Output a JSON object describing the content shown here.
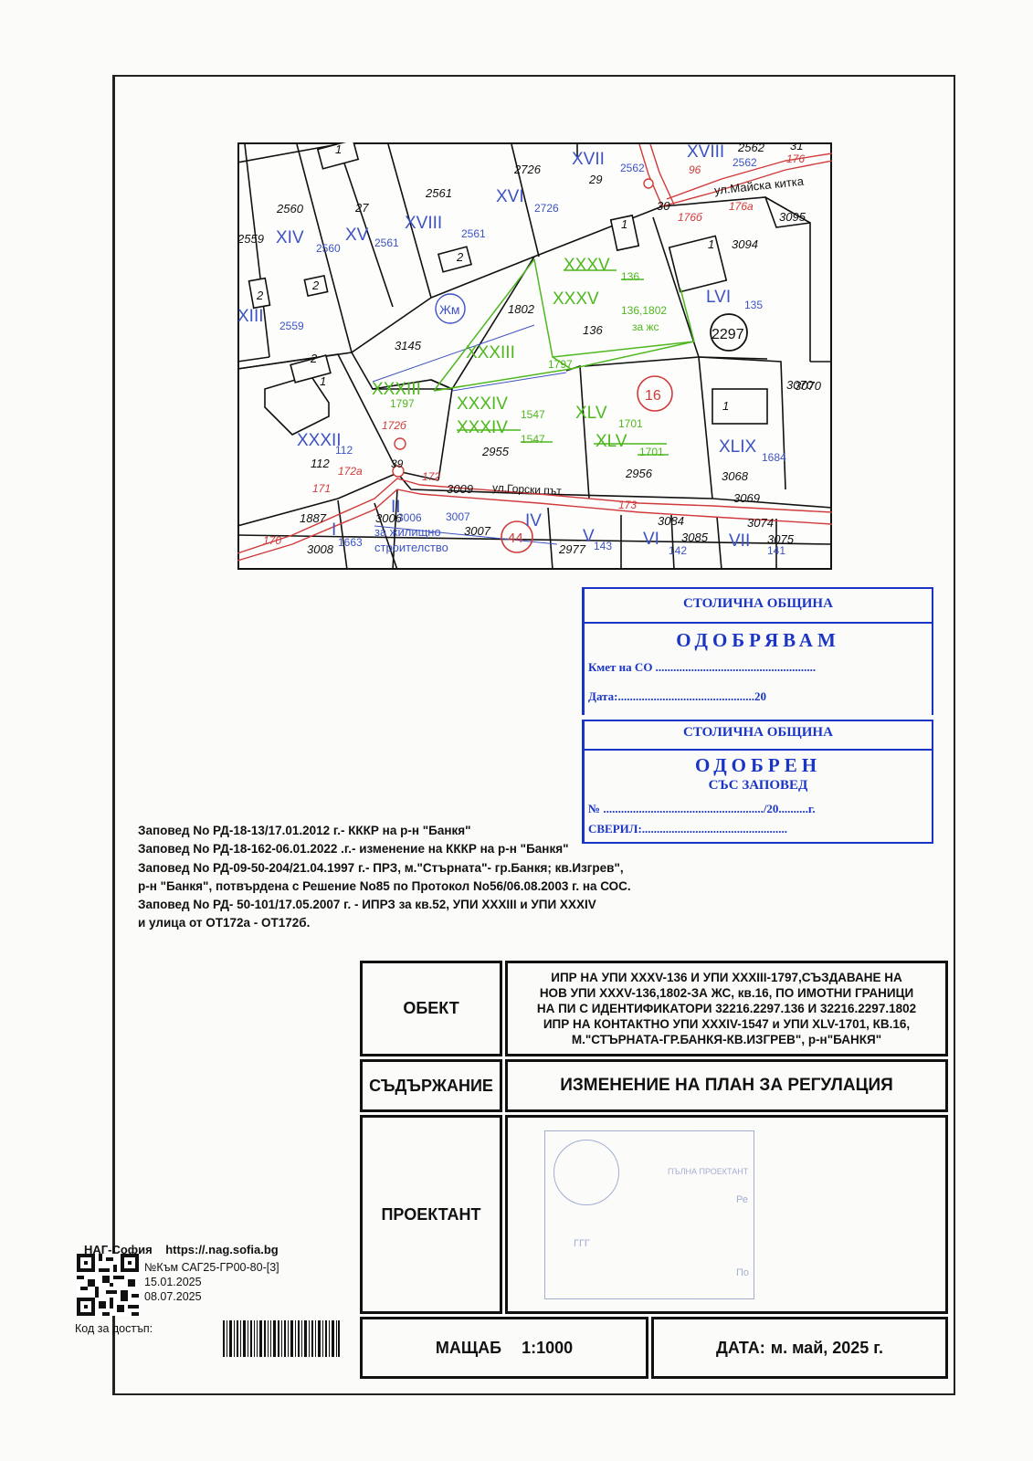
{
  "map": {
    "parcel_numbers": [
      "2560",
      "27",
      "2561",
      "2726",
      "29",
      "2562",
      "31",
      "3095",
      "3094",
      "2559",
      "1802",
      "136",
      "3145",
      "112",
      "2955",
      "2956",
      "3068",
      "3070",
      "3009",
      "3006",
      "3007",
      "3008",
      "1887",
      "143",
      "2977",
      "3084",
      "3085",
      "3074",
      "3075",
      "3069",
      "30",
      "1",
      "2"
    ],
    "upi_labels": [
      "XIV",
      "XV",
      "XVIII",
      "XVI",
      "XVII",
      "XVIII",
      "LVI",
      "XIII",
      "XXXV",
      "XXXIII",
      "XXXII",
      "XXXIV",
      "XLV",
      "XLIX",
      "II",
      "I",
      "IV",
      "V",
      "VI",
      "VII"
    ],
    "upi_subscripts": [
      "2560",
      "2561",
      "2561",
      "2726",
      "2562",
      "2562",
      "135",
      "2559",
      "136",
      "136,1802",
      "1797",
      "1797",
      "112",
      "1547",
      "1547",
      "1701",
      "1701",
      "1684",
      "3006",
      "3007",
      "1663",
      "143",
      "142",
      "141"
    ],
    "zone_label": "Жм",
    "green_note": "за жс",
    "block_numbers": [
      "2297",
      "16",
      "44"
    ],
    "street_labels": [
      "ул.Майска китка",
      "ул.Горски път"
    ],
    "street_pins": [
      "176",
      "176а",
      "176б",
      "172б",
      "172а",
      "172",
      "173",
      "170",
      "171",
      "96",
      "39"
    ],
    "housing_note_1": "за жилищно",
    "housing_note_2": "строителство"
  },
  "stamp1": {
    "title": "СТОЛИЧНА ОБЩИНА",
    "action": "ОДОБРЯВАМ",
    "mayor_line": "Кмет на СО ......................................................",
    "date_line": "Дата:..............................................20"
  },
  "stamp2": {
    "title": "СТОЛИЧНА ОБЩИНА",
    "action": "ОДОБРЕН",
    "sub": "СЪС ЗАПОВЕД",
    "number_line": "№ ....................................................../20..........г.",
    "checked_line": "СВЕРИЛ:................................................."
  },
  "orders": [
    "Заповед No РД-18-13/17.01.2012 г.- КККР на  р-н \"Банкя\"",
    "Заповед No РД-18-162-06.01.2022 .г.- изменение на  КККР на  р-н \"Банкя\"",
    "Заповед No РД-09-50-204/21.04.1997 г.- ПРЗ, м.\"Стърната\"- гр.Банкя; кв.Изгрев\",",
    "р-н \"Банкя\", потвърдена с Решение No85 по Протокол No56/06.08.2003 г. на СОС.",
    "Заповед No РД- 50-101/17.05.2007 г. - ИПРЗ за кв.52, УПИ XXXIII и УПИ XXXIV",
    "и улица от ОТ172а - ОТ172б."
  ],
  "title_block": {
    "object_label": "ОБЕКТ",
    "object_lines": [
      "ИПР НА УПИ XXXV-136 И УПИ XXXIII-1797,СЪЗДАВАНЕ НА",
      "НОВ УПИ XXXV-136,1802-ЗА ЖС, кв.16, ПО ИМОТНИ ГРАНИЦИ",
      "НА ПИ С  ИДЕНТИФИКАТОРИ 32216.2297.136 И 32216.2297.1802",
      "ИПР НА КОНТАКТНО УПИ XXXIV-1547 и УПИ XLV-1701, КВ.16,",
      "М.\"СТЪРНАТА-ГР.БАНКЯ-КВ.ИЗГРЕВ\", р-н\"БАНКЯ\""
    ],
    "content_label": "СЪДЪРЖАНИЕ",
    "content_value": "ИЗМЕНЕНИЕ НА ПЛАН ЗА РЕГУЛАЦИЯ",
    "designer_label": "ПРОЕКТАНТ",
    "designer_stamp_lines": [
      "ГГГ",
      "ПЪЛНА ПРОЕКТАНТ",
      "Ре",
      "По"
    ],
    "scale_label": "МАЩАБ",
    "scale_value": "1:1000",
    "date_label": "ДАТА:",
    "date_value": "м. май, 2025 г."
  },
  "footer": {
    "nag_name": "НАГ-София",
    "nag_url": "https://.nag.sofia.bg",
    "reg_number": "№Към САГ25-ГР00-80-[3]",
    "date1": "15.01.2025",
    "date2": "08.07.2025",
    "access_code_label": "Код за достъп:"
  },
  "colors": {
    "stamp_blue": "#1a35c6",
    "upi_blue": "#3d53c4",
    "red_line": "#d03a3a",
    "green_new": "#4fb81f"
  }
}
